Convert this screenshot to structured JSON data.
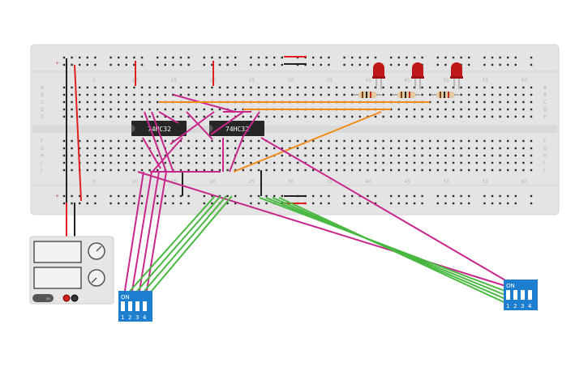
{
  "breadboard": {
    "column_numbers": [
      "5",
      "10",
      "15",
      "20",
      "25",
      "30",
      "35",
      "40",
      "45",
      "50",
      "55",
      "60"
    ],
    "row_letters_top": [
      "A",
      "B",
      "C",
      "D",
      "E"
    ],
    "row_letters_bottom": [
      "F",
      "G",
      "H",
      "I",
      "J"
    ],
    "rail_symbol": "+"
  },
  "chips": [
    {
      "label": "74HC32"
    },
    {
      "label": "74HC32"
    }
  ],
  "dip_switches": [
    {
      "on_label": "ON",
      "pins": [
        "1",
        "2",
        "3",
        "4"
      ]
    },
    {
      "on_label": "ON",
      "pins": [
        "1",
        "2",
        "3",
        "4"
      ]
    }
  ],
  "power_supply": {
    "button_label": "on"
  },
  "colors": {
    "board": "#e4e4e4",
    "wire_magenta": "#c8288c",
    "wire_orange": "#f08a18",
    "wire_green": "#48b840",
    "wire_red": "#e02020",
    "wire_black": "#222222",
    "chip": "#262626",
    "dip_switch": "#1e7fd0",
    "led": "#c01818"
  }
}
